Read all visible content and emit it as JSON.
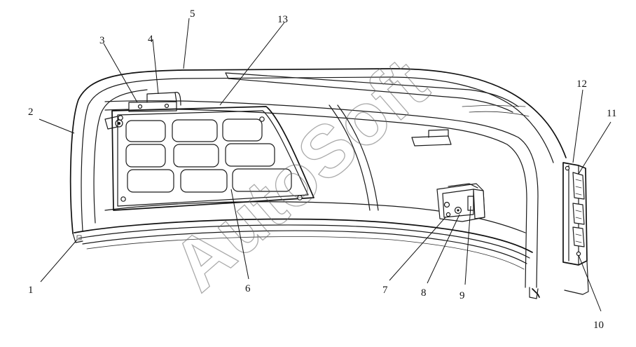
{
  "watermark": "AutoSoft",
  "callouts": [
    {
      "id": "1",
      "label": "1"
    },
    {
      "id": "2",
      "label": "2"
    },
    {
      "id": "3",
      "label": "3"
    },
    {
      "id": "4",
      "label": "4"
    },
    {
      "id": "5",
      "label": "5"
    },
    {
      "id": "6",
      "label": "6"
    },
    {
      "id": "7",
      "label": "7"
    },
    {
      "id": "8",
      "label": "8"
    },
    {
      "id": "9",
      "label": "9"
    },
    {
      "id": "10",
      "label": "10"
    },
    {
      "id": "11",
      "label": "11"
    },
    {
      "id": "12",
      "label": "12"
    },
    {
      "id": "13",
      "label": "13"
    }
  ]
}
